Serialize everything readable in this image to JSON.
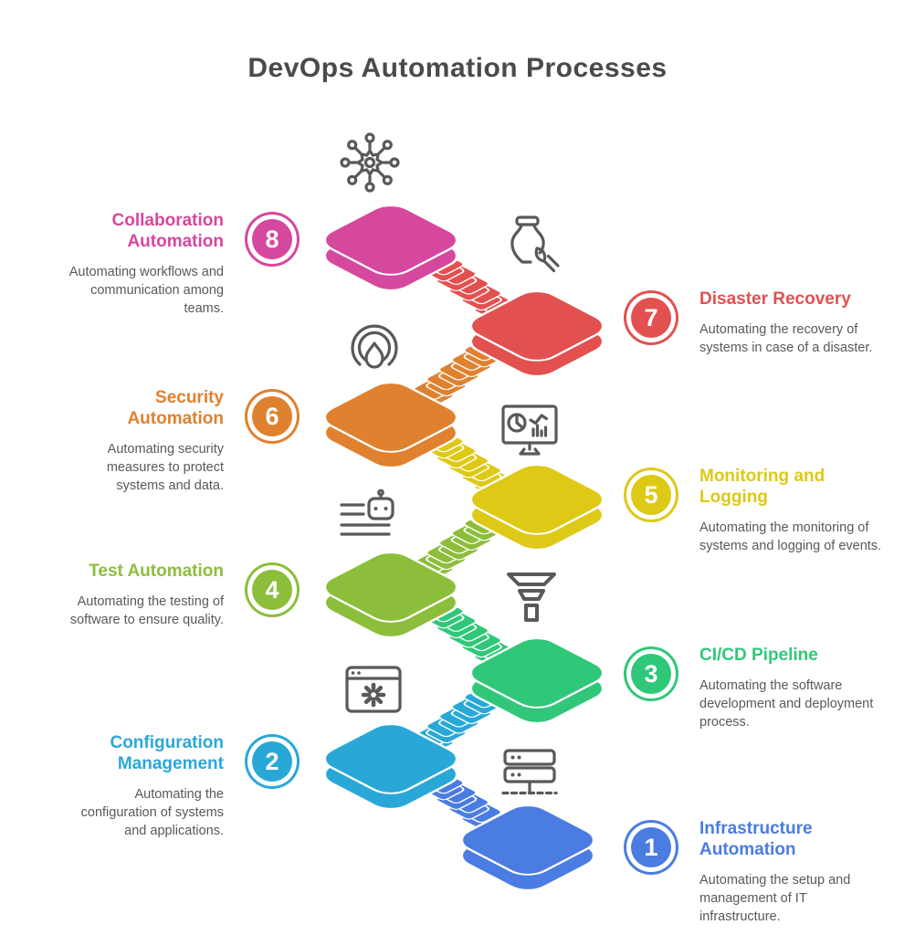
{
  "title": "DevOps Automation Processes",
  "colors": {
    "title": "#4a4a4a",
    "description": "#58595b",
    "icon_stroke": "#58595b",
    "stair_outline": "#ffffff"
  },
  "steps": [
    {
      "num": "1",
      "label": "Infrastructure Automation",
      "description": "Automating the setup and management of IT infrastructure.",
      "color": "#4a7ce2",
      "side": "right",
      "icon": "server-icon"
    },
    {
      "num": "2",
      "label": "Configuration Management",
      "description": "Automating the configuration of systems and applications.",
      "color": "#29a8d8",
      "side": "left",
      "icon": "browser-gear-icon"
    },
    {
      "num": "3",
      "label": "CI/CD Pipeline",
      "description": "Automating the software development and deployment process.",
      "color": "#30c878",
      "side": "right",
      "icon": "pipeline-funnel-icon"
    },
    {
      "num": "4",
      "label": "Test Automation",
      "description": "Automating the testing of software to ensure quality.",
      "color": "#8cbe3b",
      "side": "left",
      "icon": "test-robot-icon"
    },
    {
      "num": "5",
      "label": "Monitoring and Logging",
      "description": "Automating the monitoring of systems and logging of events.",
      "color": "#ddc916",
      "side": "right",
      "icon": "monitoring-dashboard-icon"
    },
    {
      "num": "6",
      "label": "Security Automation",
      "description": "Automating security measures to protect systems and data.",
      "color": "#e0812f",
      "side": "left",
      "icon": "firewall-icon"
    },
    {
      "num": "7",
      "label": "Disaster Recovery",
      "description": "Automating the recovery of systems in case of a disaster.",
      "color": "#e25150",
      "side": "right",
      "icon": "recovery-vase-icon"
    },
    {
      "num": "8",
      "label": "Collaboration Automation",
      "description": "Automating workflows and communication among teams.",
      "color": "#d6479e",
      "side": "left",
      "icon": "hub-icon"
    }
  ]
}
